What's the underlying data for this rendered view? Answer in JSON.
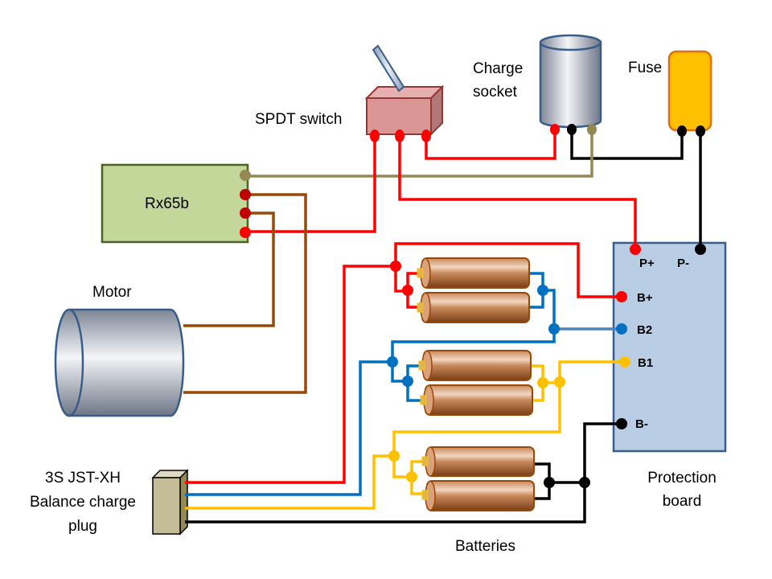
{
  "labels": {
    "switch": "SPDT switch",
    "charge_socket": [
      "Charge",
      "socket"
    ],
    "fuse": "Fuse",
    "receiver": "Rx65b",
    "motor": "Motor",
    "plug": [
      "3S JST-XH",
      "Balance charge",
      "plug"
    ],
    "protection_board": [
      "Protection",
      "board"
    ],
    "batteries": "Batteries"
  },
  "board_pins": {
    "p_plus": "P+",
    "p_minus": "P-",
    "b_plus": "B+",
    "b2": "B2",
    "b1": "B1",
    "b_minus": "B-"
  },
  "colors": {
    "red": "#ff0000",
    "blue": "#0070c0",
    "yellow": "#ffc000",
    "black": "#000000",
    "brown": "#984807",
    "olive": "#938953",
    "board": "#b9cde5",
    "receiver": "#c4d79b",
    "fuse": "#ffc000"
  }
}
